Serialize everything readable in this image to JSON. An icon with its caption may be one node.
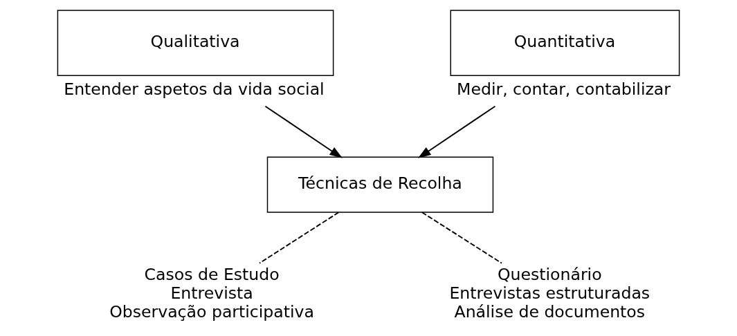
{
  "diagram": {
    "nodes": [
      {
        "text": [
          "Qualitativa"
        ],
        "beside": [
          "Entender aspetos da vida social"
        ]
      },
      {
        "text": [
          "Quantitativa"
        ],
        "beside": [
          "Medir, contar, contabilizar"
        ]
      },
      {
        "text": [
          "Técnicas de Recolha"
        ]
      },
      {
        "text": [
          "Casos de Estudo",
          "Entrevista",
          "Observação participativa"
        ]
      },
      {
        "text": [
          "Questionário",
          "Entrevistas estruturadas",
          "Análise de documentos"
        ]
      }
    ],
    "edges": [
      {
        "from": 0,
        "to": 2,
        "arrow": "to"
      },
      {
        "from": 1,
        "to": 2,
        "arrow": "to"
      },
      {
        "from": 2,
        "to": 3,
        "arrow": "none",
        "style": "dashed"
      },
      {
        "from": 2,
        "to": 4,
        "arrow": "none",
        "style": "dashed"
      }
    ]
  }
}
